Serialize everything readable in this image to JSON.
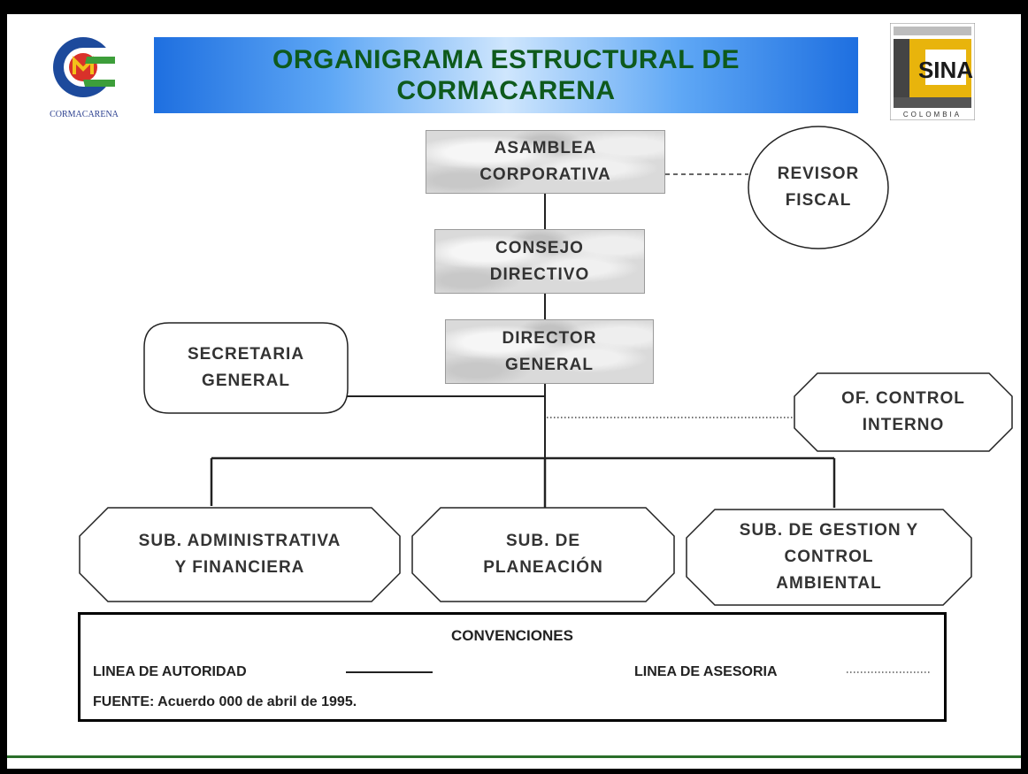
{
  "title": {
    "line1": "ORGANIGRAMA ESTRUCTURAL DE",
    "line2": "CORMACARENA"
  },
  "logos": {
    "left_caption": "CORMACARENA",
    "right_text": "SINA",
    "right_caption": "COLOMBIA"
  },
  "nodes": {
    "asamblea": {
      "line1": "ASAMBLEA",
      "line2": "CORPORATIVA"
    },
    "revisor": {
      "line1": "REVISOR",
      "line2": "FISCAL"
    },
    "consejo": {
      "line1": "CONSEJO",
      "line2": "DIRECTIVO"
    },
    "director": {
      "line1": "DIRECTOR",
      "line2": "GENERAL"
    },
    "secretaria": {
      "line1": "SECRETARIA",
      "line2": "GENERAL"
    },
    "control": {
      "line1": "OF. CONTROL",
      "line2": "INTERNO"
    },
    "sub_admin": {
      "line1": "SUB. ADMINISTRATIVA",
      "line2": "Y FINANCIERA"
    },
    "sub_plan": {
      "line1": "SUB. DE",
      "line2": "PLANEACIÓN"
    },
    "sub_gestion": {
      "line1": "SUB. DE GESTION Y",
      "line2": "CONTROL",
      "line3": "AMBIENTAL"
    }
  },
  "legend": {
    "title": "CONVENCIONES",
    "authority": "LINEA DE AUTORIDAD",
    "advisory": "LINEA DE ASESORIA",
    "source": "FUENTE: Acuerdo 000 de abril de 1995."
  },
  "colors": {
    "title_text": "#0e5a1c",
    "title_band_dark": "#1e6fe0",
    "title_band_light": "#cfe6fd",
    "footer_line": "#2a6e2a"
  }
}
